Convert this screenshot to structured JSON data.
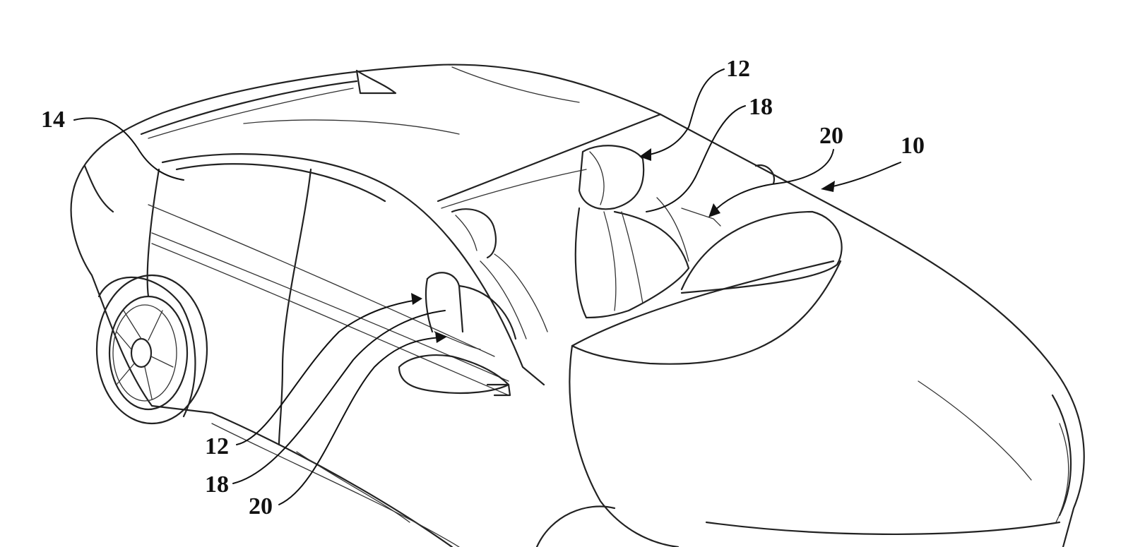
{
  "labels": {
    "ref_10": "10",
    "ref_12_rear": "12",
    "ref_18_rear": "18",
    "ref_20_rear": "20",
    "ref_14": "14",
    "ref_12_front": "12",
    "ref_18_front": "18",
    "ref_20_front": "20"
  },
  "colors": {
    "line": "#222222",
    "background": "#ffffff"
  }
}
